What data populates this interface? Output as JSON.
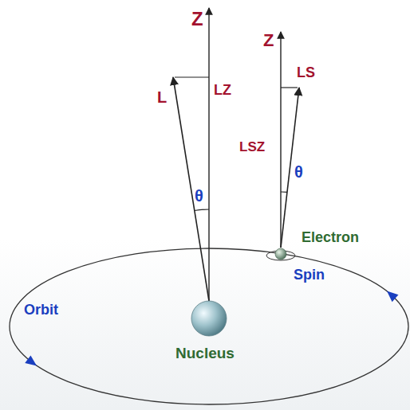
{
  "diagram": {
    "labels": [
      "Z",
      "L",
      "LZ",
      "θ",
      "Z",
      "LS",
      "LSZ",
      "θ",
      "Electron",
      "Orbit",
      "Spin",
      "Nucleus"
    ]
  }
}
